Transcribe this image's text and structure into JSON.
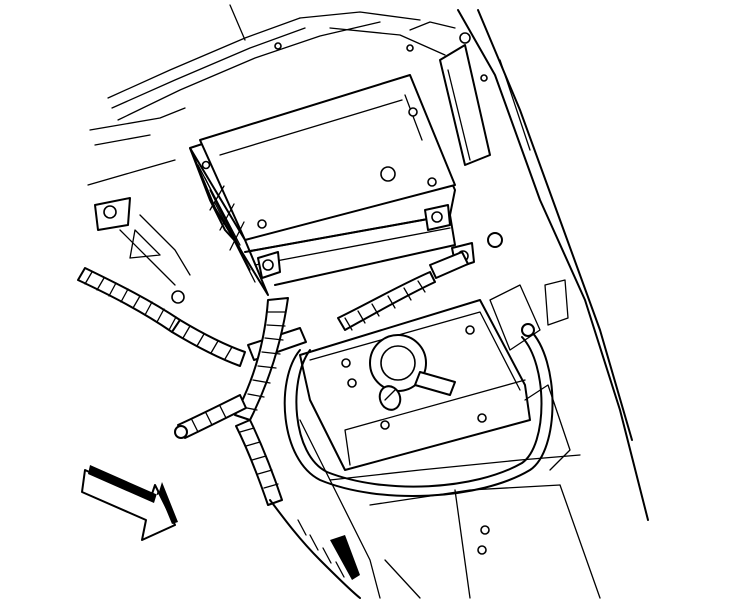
{
  "illustration": {
    "subject": "battery-tray",
    "background_color": "#ffffff",
    "line_color": "#000000",
    "elements": [
      "battery",
      "battery-hold-down",
      "battery-cables",
      "wiring-harness",
      "battery-tray-base",
      "inner-fender",
      "view-direction-arrow"
    ]
  }
}
